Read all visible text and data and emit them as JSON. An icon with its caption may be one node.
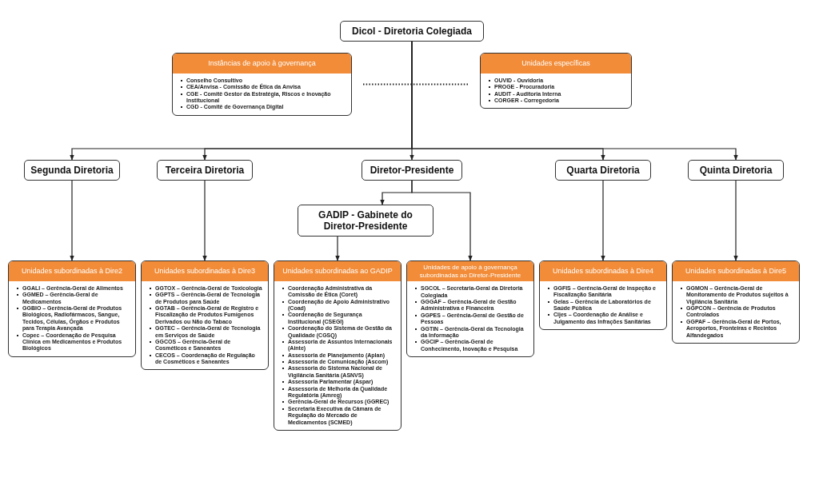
{
  "diagram": {
    "nodes": [
      {
        "text": [
          "Dicol - Diretoria Colegiada"
        ]
      },
      {
        "text": [
          "Instâncias de apoio à governança",
          "Conselho Consultivo",
          "CEA/Anvisa - Comissão de Ética da Anvisa",
          "CGE - Comitê Gestor da Estratégia, Riscos e Inovação Institucional",
          "CGD - Comitê de Governança Digital"
        ]
      },
      {
        "text": [
          "Unidades específicas",
          "OUVID - Ouvidoria",
          "PROGE - Procuradoria",
          "AUDIT - Auditoria Interna",
          "CORGER - Corregedoria"
        ]
      },
      {
        "text": [
          "Segunda Diretoria"
        ]
      },
      {
        "text": [
          "Terceira Diretoria"
        ]
      },
      {
        "text": [
          "Diretor-Presidente"
        ]
      },
      {
        "text": [
          "Quarta Diretoria"
        ]
      },
      {
        "text": [
          "Quinta Diretoria"
        ]
      },
      {
        "text": [
          "GADIP - Gabinete do Diretor-Presidente"
        ]
      },
      {
        "text": [
          "Unidades subordinadas à Dire2",
          "GGALI – Gerência-Geral de Alimentos",
          "GGMED – Gerência-Geral de Medicamentos",
          "GGBIO – Gerência-Geral de Produtos Biológicos, Radiofármacos, Sangue, Tecidos, Células, Órgãos e Produtos para Terapia Avançada",
          "Copec – Coordenação de Pesquisa Clínica em Medicamentos e Produtos Biológicos"
        ]
      },
      {
        "text": [
          "Unidades subordinadas à Dire3",
          "GGTOX – Gerência-Geral de Toxicologia",
          "GGPTS – Gerência-Geral de Tecnologia de Produtos para Saúde",
          "GGTAB – Gerência-Geral de Registro e Fiscalização de Produtos Fumígenos Derivados ou Não do Tabaco",
          "GGTEC – Gerência-Geral de Tecnologia em Serviços de Saúde",
          "GGCOS – Gerência-Geral de Cosméticos e Saneantes",
          "CECOS – Coordenação de Regulação de Cosméticos e Saneantes"
        ]
      },
      {
        "text": [
          "Unidades subordinadas ao GADIP",
          "Coordenação Administrativa da Comissão de Ética (Coret)",
          "Coordenação de Apoio Administrativo (Coad)",
          "Coordenação de Segurança Institucional (CSEGI)",
          "Coordenação do Sistema de Gestão da Qualidade (CGSQ)",
          "Assessoria de Assuntos Internacionais (Ainte)",
          "Assessoria de Planejamento (Aplan)",
          "Assessoria de Comunicação (Ascom)",
          "Assessoria do Sistema Nacional de Vigilância Sanitária (ASNVS)",
          "Assessoria Parlamentar (Aspar)",
          "Assessoria de Melhoria da Qualidade Regulatória (Amreg)",
          "Gerência-Geral de Recursos (GGREC)",
          "Secretaria Executiva da Câmara de Regulação do Mercado de Medicamentos (SCMED)"
        ]
      },
      {
        "text": [
          "Unidades de apoio à governança subordinadas ao Diretor-Presidente",
          "SGCOL – Secretaria-Geral da Diretoria Colegiada",
          "GGGAF – Gerência-Geral de Gestão Administrativa e Financeira",
          "GGPES – Gerência-Geral de Gestão de Pessoas",
          "GGTIN – Gerência-Geral da Tecnologia da Informação",
          "GGCIP – Gerência-Geral de Conhecimento, Inovação e Pesquisa"
        ]
      },
      {
        "text": [
          "Unidades subordinadas à Dire4",
          "GGFIS – Gerência-Geral de Inspeção e Fiscalização Sanitária",
          "Gelas – Gerência de Laboratórios de Saúde Pública",
          "Cijes – Coordenação de Análise e Julgamento das Infrações Sanitárias"
        ]
      },
      {
        "text": [
          "Unidades subordinadas à Dire5",
          "GGMON – Gerência-Geral de Monitoramento de Produtos sujeitos à Vigilância Sanitária",
          "GGPCON – Gerência de Produtos Controlados",
          "GGPAF – Gerência-Geral de Portos, Aeroportos, Fronteiras e Recintos Alfandegados"
        ]
      }
    ],
    "edges": [
      {
        "from": 0,
        "to": 3,
        "arrow": "to"
      },
      {
        "from": 0,
        "to": 4,
        "arrow": "to"
      },
      {
        "from": 0,
        "to": 5,
        "arrow": "to"
      },
      {
        "from": 0,
        "to": 6,
        "arrow": "to"
      },
      {
        "from": 0,
        "to": 7,
        "arrow": "to"
      },
      {
        "from": 1,
        "to": 2,
        "arrow": "none",
        "style": "dashed"
      },
      {
        "from": 3,
        "to": 9,
        "arrow": "to"
      },
      {
        "from": 4,
        "to": 10,
        "arrow": "to"
      },
      {
        "from": 5,
        "to": 8,
        "arrow": "to"
      },
      {
        "from": 5,
        "to": 12,
        "arrow": "to"
      },
      {
        "from": 8,
        "to": 11,
        "arrow": "to"
      },
      {
        "from": 6,
        "to": 13,
        "arrow": "to"
      },
      {
        "from": 7,
        "to": 14,
        "arrow": "to"
      }
    ]
  }
}
